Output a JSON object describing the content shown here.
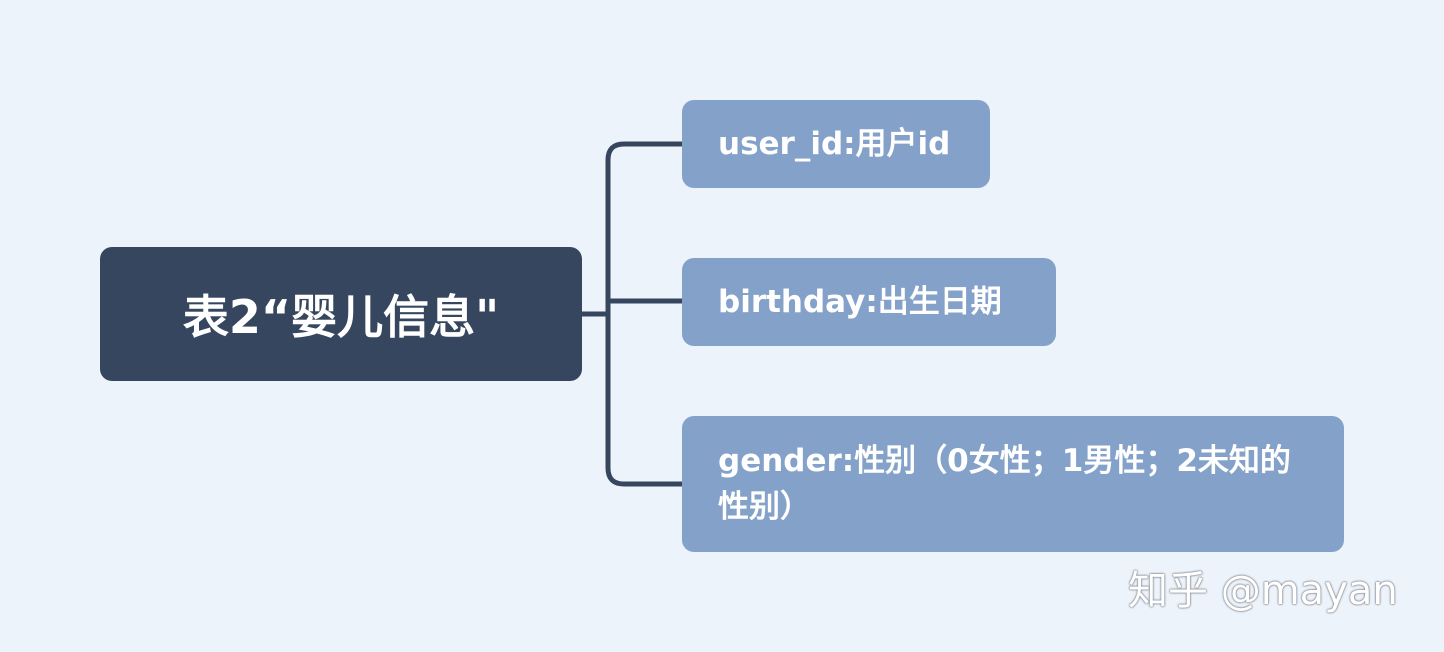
{
  "diagram": {
    "root": {
      "label": "表2“婴儿信息\""
    },
    "children": [
      {
        "label": "user_id:用户id"
      },
      {
        "label": "birthday:出生日期"
      },
      {
        "label": "gender:性别（0女性；1男性；2未知的性别）"
      }
    ]
  },
  "watermark": {
    "text": "知乎 @mayan"
  },
  "colors": {
    "background": "#edf3fa",
    "root_fill": "#36465f",
    "child_fill": "#84a2c9",
    "connector": "#36465f",
    "text": "#ffffff"
  }
}
